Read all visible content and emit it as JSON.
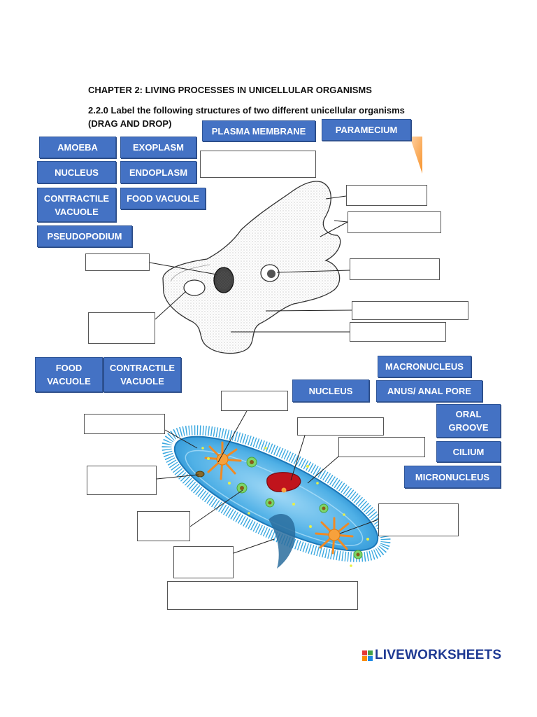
{
  "worksheet": {
    "chapter_title": "CHAPTER 2: LIVING PROCESSES IN UNICELLULAR ORGANISMS",
    "instruction_line1": "2.2.0  Label the following structures of two different unicellular organisms",
    "instruction_line2": "(DRAG AND DROP)"
  },
  "amoeba_tiles": {
    "plasma_membrane": "PLASMA MEMBRANE",
    "paramecium": "PARAMECIUM",
    "amoeba": "AMOEBA",
    "exoplasm": "EXOPLASM",
    "nucleus": "NUCLEUS",
    "endoplasm": "ENDOPLASM",
    "contractile_vacuole_line1": "CONTRACTILE",
    "contractile_vacuole_line2": "VACUOLE",
    "food_vacuole": "FOOD VACUOLE",
    "pseudopodium": "PSEUDOPODIUM"
  },
  "paramecium_tiles": {
    "food_vacuole_line1": "FOOD",
    "food_vacuole_line2": "VACUOLE",
    "contractile_vacuole_line1": "CONTRACTILE",
    "contractile_vacuole_line2": "VACUOLE",
    "macronucleus": "MACRONUCLEUS",
    "nucleus": "NUCLEUS",
    "anus": "ANUS/ ANAL PORE",
    "oral_groove_line1": "ORAL",
    "oral_groove_line2": "GROOVE",
    "cilium": "CILIUM",
    "micronucleus": "MICRONUCLEUS"
  },
  "brand": {
    "logo_text": "LIVEWORKSHEETS",
    "logo_colors": [
      "#e53935",
      "#43a047",
      "#fb8c00",
      "#1e88e5"
    ]
  },
  "colors": {
    "tile_fill": "#4472c4",
    "tile_border": "#2f5597",
    "paramecium_body": "#5ab4e8",
    "macronucleus": "#c0141c",
    "micronucleus": "#f28c28"
  }
}
